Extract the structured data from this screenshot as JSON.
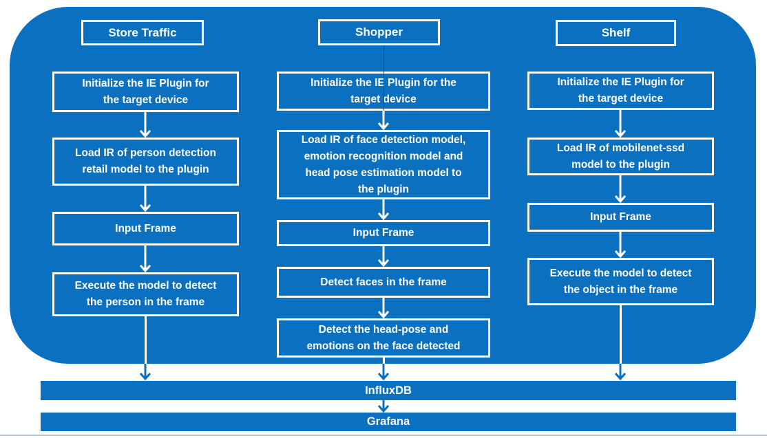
{
  "diagram_type": "flowchart",
  "colors": {
    "primary_blue": "#0b70c0",
    "box_border": "#ffffff",
    "text": "#ffffff",
    "connector_dark": "#263a5c",
    "bottom_divider": "#b9c6d4"
  },
  "flow": {
    "columns": [
      {
        "title": "Store Traffic",
        "steps": [
          "Initialize the IE Plugin for\nthe target device",
          "Load IR of person detection\nretail model to the plugin",
          "Input Frame",
          "Execute the model to detect\nthe person in the frame"
        ]
      },
      {
        "title": "Shopper",
        "steps": [
          "Initialize the IE Plugin for the\ntarget device",
          "Load IR of face detection model,\nemotion recognition model and\nhead pose estimation model to\nthe plugin",
          "Input Frame",
          "Detect faces in the frame",
          "Detect the head-pose and\nemotions on the face detected"
        ]
      },
      {
        "title": "Shelf",
        "steps": [
          "Initialize the IE Plugin for\nthe target device",
          "Load IR of mobilenet-ssd\nmodel to the plugin",
          "Input Frame",
          "Execute the model to detect\nthe object in the frame"
        ]
      }
    ],
    "sinks": [
      "InfluxDB",
      "Grafana"
    ]
  }
}
